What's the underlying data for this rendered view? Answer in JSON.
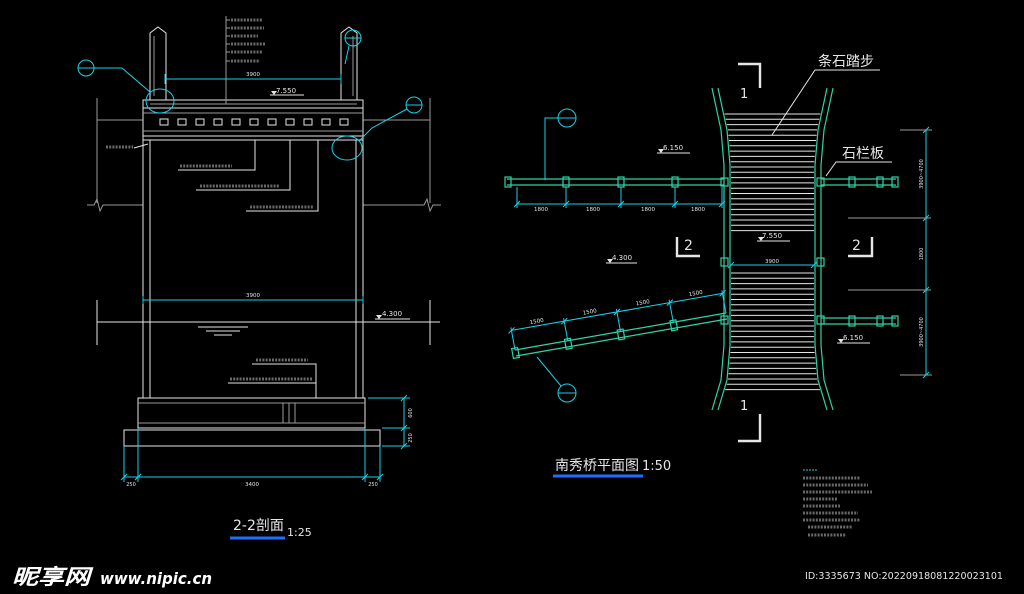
{
  "colors": {
    "background": "#000000",
    "line": "#e6e6e6",
    "dimension": "#18d2e8",
    "railing": "#2fd3a6",
    "underline": "#1e6fff"
  },
  "section": {
    "title": "2-2剖面",
    "scale": "1:25",
    "top_width": "3900",
    "deck_elevation": "7.550",
    "clear_width": "3900",
    "water_elevation": "4.300",
    "base_width": "3400",
    "base_left": "250",
    "base_right": "250",
    "footing_height": "600",
    "cushion_height": "250"
  },
  "plan": {
    "title": "南秀桥平面图",
    "scale": "1:50",
    "label_steps": "条石踏步",
    "label_railing": "石栏板",
    "section_mark_1": "1",
    "section_mark_2": "2",
    "elev_upper_left": "6.150",
    "elev_deck": "7.550",
    "elev_lower_left": "4.300",
    "elev_lower_right": "6.150",
    "deck_width": "3900",
    "upper_rail_dims": [
      "1800",
      "1800",
      "1800",
      "1800"
    ],
    "lower_rail_dims": [
      "1500",
      "1500",
      "1500",
      "1500"
    ],
    "right_dims": [
      "3900~4700",
      "1800",
      "3900~4700"
    ]
  },
  "watermark": {
    "brand": "昵享网",
    "url": "www.nipic.cn",
    "id": "ID:3335673 NO:20220918081220023101"
  }
}
